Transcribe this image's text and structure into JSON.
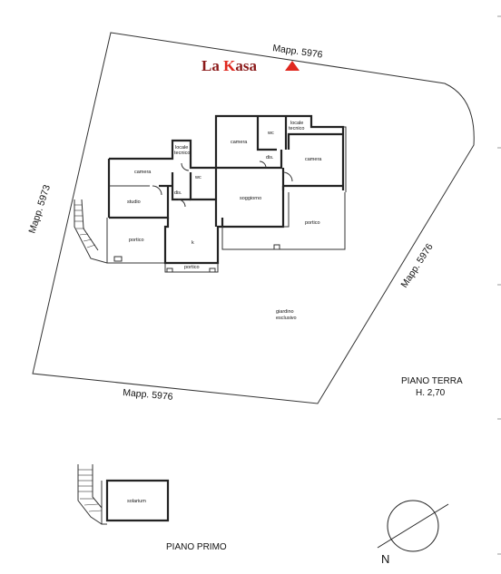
{
  "logo": {
    "part1": "La ",
    "part2": "K",
    "part3": "asa",
    "brand_color": "#e0281f"
  },
  "boundaries": {
    "top": "Mapp. 5976",
    "left": "Mapp. 5973",
    "right": "Mapp. 5976",
    "bottom": "Mapp. 5976"
  },
  "rooms": {
    "camera_left": "camera",
    "locale_tecnico_left": [
      "locale",
      "tecnico"
    ],
    "wc_left": "wc",
    "studio": "studio",
    "dis_left": "dis.",
    "portico_left": "portico",
    "k": "k",
    "portico_bottom": "portico",
    "camera_mid": "camera",
    "wc_mid": "wc",
    "locale_tecnico_right": [
      "locale",
      "tecnico"
    ],
    "dis_mid": "dis.",
    "camera_right": "camera",
    "soggiorno": "soggiorno",
    "portico_right": "portico",
    "giardino": [
      "giardino",
      "esclusivo"
    ]
  },
  "levels": {
    "ground_title": "PIANO TERRA",
    "ground_height": "H. 2,70",
    "first_title": "PIANO PRIMO",
    "solarium": "solarium"
  },
  "compass": {
    "letter": "N"
  }
}
